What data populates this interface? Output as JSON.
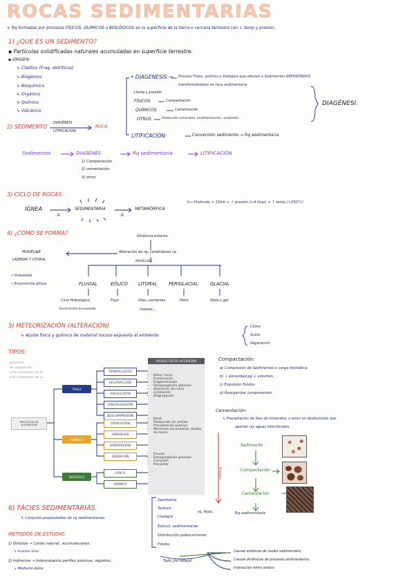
{
  "title": "ROCAS SEDIMENTARIAS",
  "intro": "↳ Rq formadas por procesos FÍSICOS, QUÍMICOS o BIOLÓGICOS en la superficie de la tierra o cercana terrestre con ↓ temp y presión.",
  "s1": {
    "heading": "1) ¿QUE ES UN SEDIMENTO?",
    "def": "▪ Partículas solidificadas naturales acumuladas en superficie terrestre.",
    "origin_label": "▪ ORIGEN:",
    "origins": [
      "↳ Clástico (Frag. detríticos)",
      "↳ Biogénico",
      "↳ Bioquímico",
      "↳ Orgánico",
      "↳ Químico",
      "↳ Volcánico"
    ],
    "diag_label": "• DIAGÉNESIS →",
    "diag_def1": "Proceso Físico, químico y biológico que afectan a Sedimentos DEPOSITADOS",
    "diag_def2": "transformándolos en roca sedimentaria.",
    "temp": "↓temp y presión",
    "fisicos": "FÍSICOS",
    "fisicos_res": "Compactación",
    "quimicos": "QUÍMICOS",
    "quimicos_res": "Cementación",
    "otros": "OTROS",
    "otros_res": "Disolución minerales, oxs/hidratación, oxid/redu..",
    "diagenesis_big": "DIAGÉNESI.",
    "litif_label": "LITIFICACIÓN:",
    "litif_def": "Conversión sedimento → Rq sedimentaria"
  },
  "s2": {
    "heading": "2) SEDIMENTO",
    "above": "DIAGÉNESI",
    "below": "LITIFICACIÓN",
    "arrow_to": "ROCA",
    "flow1": "Sedimentos",
    "flow2": "DIAGÉNES",
    "flow3": "Rq sedimentaria",
    "flow4": "LITIFICACIÓN",
    "steps": [
      "1) Compactación",
      "2) cementación",
      "3) otros"
    ]
  },
  "s3": {
    "heading": "3) CICLO DE ROCAS:",
    "ignea": "IGNEA",
    "sedimentaria": "SEDIMENTARIA",
    "metamorfica": "METAMÓRFICA",
    "mark1": "①",
    "mark2": "②",
    "legend": "①→ Profundo > 15km + ↑ presión (>4 kbar) + ↑ temp (>250°C)"
  },
  "s4": {
    "heading": "4) ¿CÓMO SE FORMA?",
    "dinamica": "Dinámica externa",
    "alteracion": "Alteración de rq, condiciones rq..",
    "modelaje": "MODELAJE",
    "laderas": "LADERAS Y LITORAL",
    "gravedad": "• Gravedad",
    "escorrentia": "• Escorrentía difusa",
    "modelaes": "MODELAES",
    "agents": [
      "FLUVIAL",
      "EÓLICO",
      "LITORAL",
      "PERIGLACIAL",
      "GLACIAL"
    ],
    "agent_notes": [
      "Ciclo Hidrológico",
      "Flujo",
      "Olas, corrientes",
      "Hielo",
      "Hielo y gel"
    ],
    "agent_notes2": [
      "Escorrentía encauzada",
      "",
      "mareas...",
      "",
      ""
    ]
  },
  "s5": {
    "heading": "5) METEORIZACIÓN (ALTERACIÓN)",
    "def": "↳ Ajuste físico y químico de material rocoso expuesto al ambiente",
    "factors": [
      "Clima",
      "Suelo",
      "Vegetación"
    ]
  },
  "tipos": {
    "heading": "TIPOS:",
    "faint": [
      "procesos",
      "de adaptación",
      "y los minerales de la",
      "a la intemperie de su"
    ],
    "root": "PROCESOS DE ALTERACIÓN",
    "branches": [
      "FÍSICA",
      "QUÍMICA",
      "BIOLÓGICA"
    ],
    "fisica_items": [
      "TERMOCLASTIA",
      "GELIFRACCIÓN",
      "HALOCLASTIA",
      "CRISTALIZACIÓN",
      "DESCOMPRESIÓN"
    ],
    "quimica_items": [
      "DISOLUCIÓN",
      "HIDRÓLISIS",
      "HIDRATACIÓN",
      "OXIDACIÓN"
    ],
    "bio_items": [
      "FÍSICA",
      "QUÍMICA"
    ],
    "panel_title": "PRODUCTOS DE ALTERACIÓN",
    "panel1": [
      "Bolos, rocas",
      "Fracturación",
      "Fragmentación",
      "Desagregación granular",
      "Alteración de rocas",
      "Exfoliación",
      "Disgregación"
    ],
    "panel2": [
      "Karst",
      "Producción de arcillas",
      "Precipitación química",
      "Minerales secundarios, óxidos de hierro"
    ],
    "panel3": [
      "Fisuras",
      "Desagregación granular",
      "Corrosión",
      "Precipitar"
    ]
  },
  "compact": {
    "heading": "Compactación:",
    "items": [
      "a) Compresión de Sedimentos x carga litostática",
      "b) ↓ porosidad ρg ↓ volumen.",
      "c) Expulsión fluidos.",
      "d) Reorganizar componentes."
    ],
    "cem_heading": "Cementación:",
    "cem_def1": "↳ Precipitación de fase de minerales, x iones en disoluciones que",
    "cem_def2": "aportan las aguas intersticiales.",
    "flow": [
      "Sedimento",
      "Compactación",
      "Cementación",
      "Rq sedimentaria"
    ],
    "presion": "Presión"
  },
  "s6": {
    "heading": "6) FÁCIES SEDIMENTARIAS.",
    "def": "↳ Conjunto propiedades de rq sedimentarias",
    "props": [
      "Geometría",
      "Textura",
      "Litología",
      "Estruct. sedimentarias",
      "Distribución paleocorriente",
      "Fósiles"
    ],
    "rq_litolo": "rq, litolo,",
    "refleja": "Todo ¿no refleja?",
    "outcomes": [
      "Causas estáticas de medio sedimentario",
      "Causas dinámicas de procesos sedimentarios",
      "Interacción entre ambos"
    ]
  },
  "metodos": {
    "heading": "MÉTODOS DE ESTUDIO.",
    "d1": "1) Directos → Cortes natural.. acumulaciones..",
    "d1b": "↳ Analizar direc.",
    "d2": "2) Indirectos → Interpretación perfiles sísmicos, registros..",
    "d2b": "↳ Mediante datos"
  }
}
